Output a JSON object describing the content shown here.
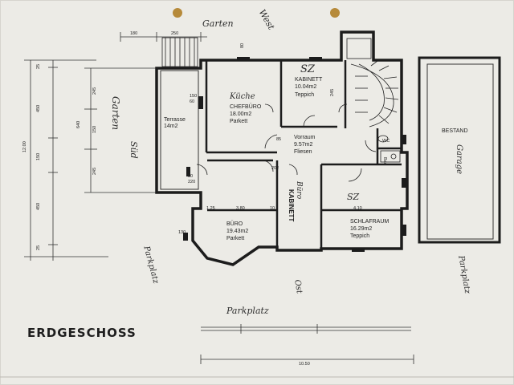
{
  "plan": {
    "title": "ERDGESCHOSS",
    "handwritten": {
      "garten_top": "Garten",
      "west": "West",
      "garten_sued": "Garten",
      "sued": "Süd",
      "parkplatz_left": "Parkplatz",
      "ost": "Ost",
      "parkplatz_bottom": "Parkplatz",
      "parkplatz_right": "Parkplatz",
      "garage": "Garage",
      "kueche": "Küche",
      "sz_top": "SZ",
      "sz_bottom": "SZ",
      "buero": "Büro",
      "kabinett": "KABINETT"
    },
    "rooms": {
      "terrasse": {
        "name": "Terrasse",
        "area": "14m2"
      },
      "kueche": {
        "name": "CHEFBÜRO",
        "area": "18.00m2",
        "floor": "Parkett"
      },
      "kabinett_top": {
        "name": "KABINETT",
        "area": "10.04m2",
        "floor": "Teppich"
      },
      "vorraum": {
        "name": "Vorraum",
        "area": "9.57m2",
        "floor": "Fliesen"
      },
      "wc": {
        "name": "WC"
      },
      "bad": {
        "name": "Bad"
      },
      "buero": {
        "name": "BÜRO",
        "area": "19.43m2",
        "floor": "Parkett"
      },
      "schlafraum": {
        "name": "SCHLAFRAUM",
        "area": "16.29m2",
        "floor": "Teppich"
      },
      "bestand": {
        "name": "BESTAND"
      }
    },
    "dimensions": {
      "top": [
        "180",
        "250"
      ],
      "left_total": "12.00",
      "left_outer": [
        "25",
        "450",
        "150",
        "450",
        "25"
      ],
      "left_inner": [
        "640",
        "245",
        "150",
        "245"
      ],
      "bottom_total": "10.50",
      "misc": [
        "80",
        "150",
        "60",
        "245",
        "85",
        "202",
        "80",
        "220",
        "1.25",
        "3.80",
        "4.10",
        "10",
        "130"
      ]
    }
  }
}
